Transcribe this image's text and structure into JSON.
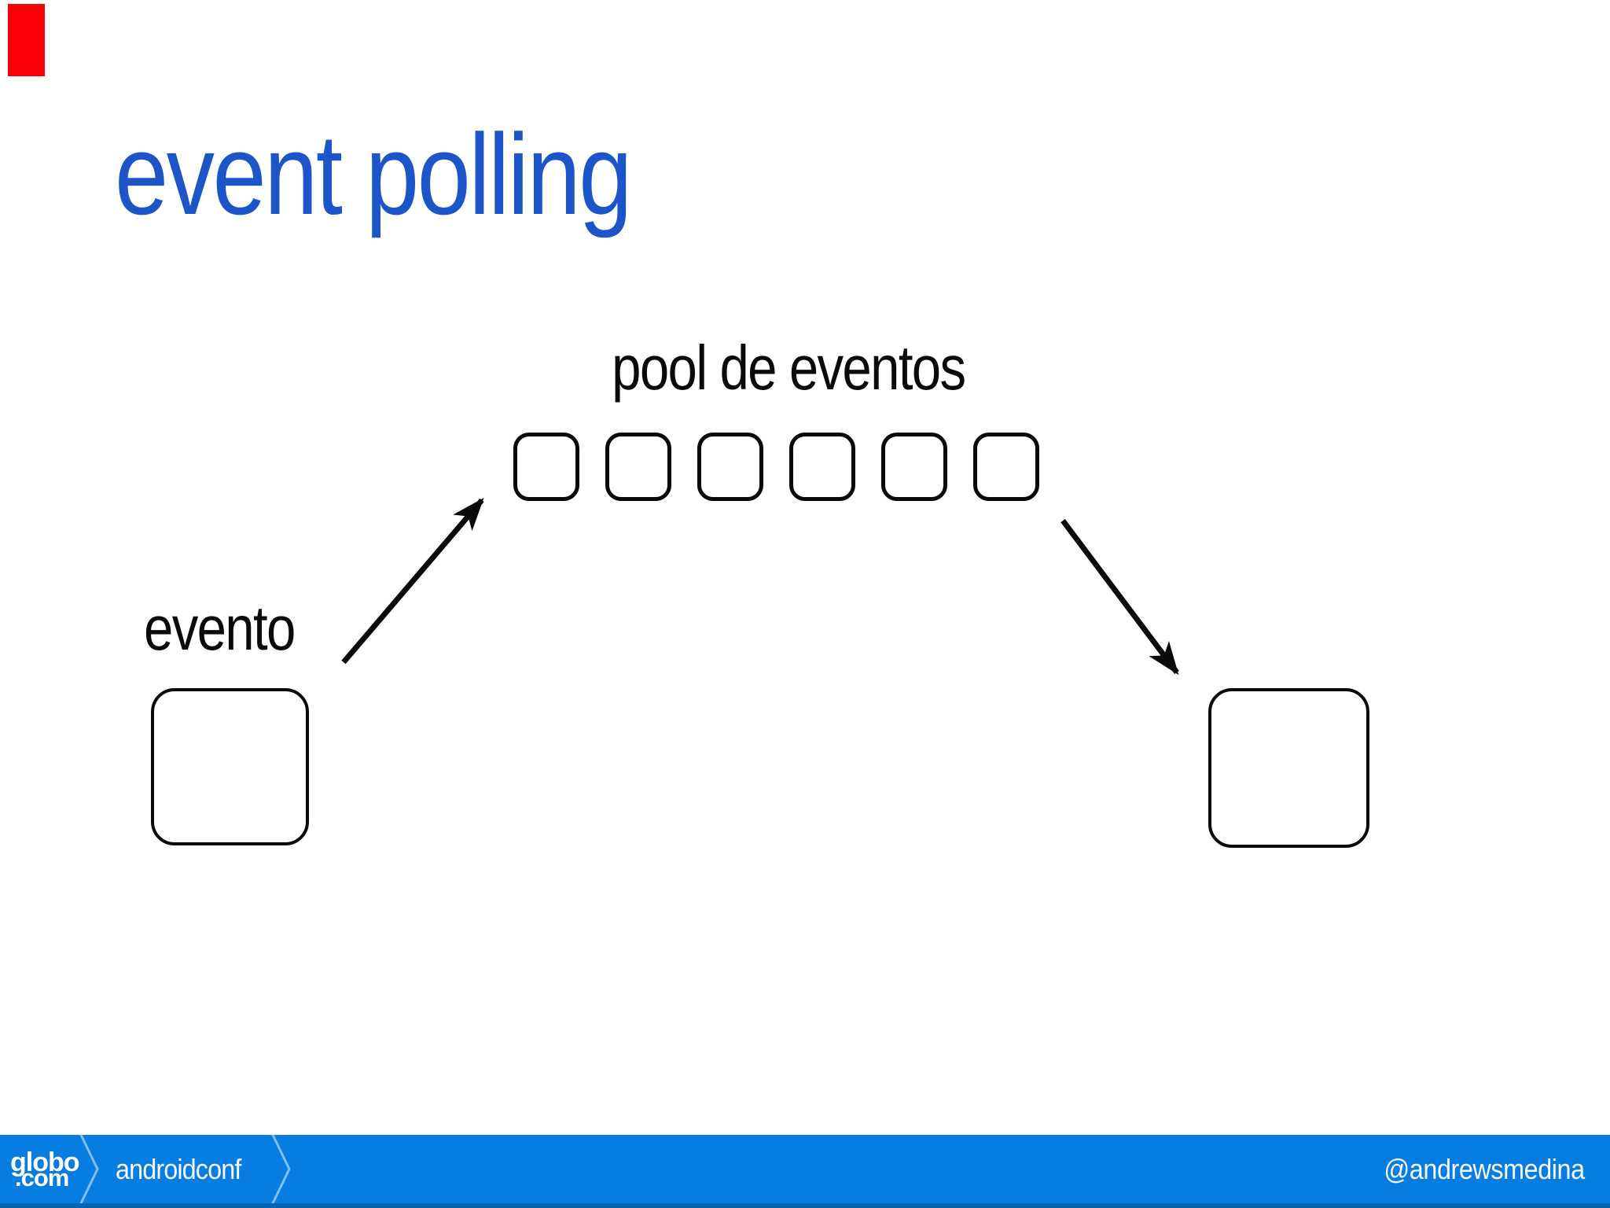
{
  "slide": {
    "title": "event polling",
    "diagram": {
      "pool_label": "pool de eventos",
      "pool_slot_count": 6,
      "event_label": "evento"
    }
  },
  "footer": {
    "logo": {
      "line1": "globo",
      "line2": ".com"
    },
    "event_name": "androidconf",
    "twitter_handle": "@andrewsmedina"
  },
  "colors": {
    "title_blue": "#1b55c8",
    "ink": "#0a0a0a",
    "marker_red": "#fb0007",
    "footer_blue": "#077de1",
    "footer_edge": "#0564b4",
    "footer_text": "#f4f8fc",
    "chevron": "rgba(255,255,255,0.5)"
  }
}
